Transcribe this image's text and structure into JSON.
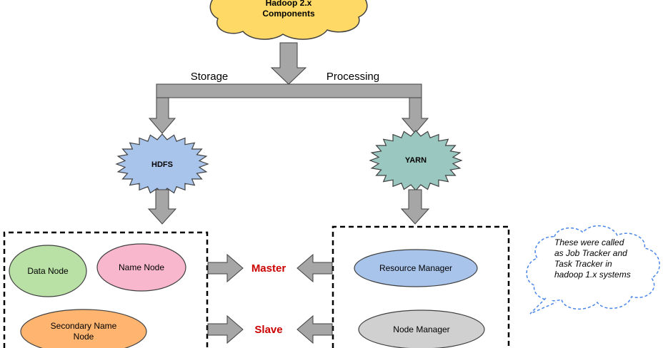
{
  "root": {
    "line1": "Hadoop 2.x",
    "line2": "Components",
    "color": "#FFD966"
  },
  "branches": {
    "left_label": "Storage",
    "right_label": "Processing"
  },
  "hdfs": {
    "label": "HDFS",
    "color": "#A9C4EB"
  },
  "yarn": {
    "label": "YARN",
    "color": "#9AC7BF"
  },
  "hdfs_group": {
    "data_node": {
      "label": "Data Node",
      "color": "#B9E0A5"
    },
    "name_node": {
      "label": "Name Node",
      "color": "#F8B7CD"
    },
    "secondary_name_node": {
      "line1": "Secondary Name",
      "line2": "Node",
      "color": "#FFB570"
    }
  },
  "yarn_group": {
    "resource_manager": {
      "label": "Resource Manager",
      "color": "#A9C4EB"
    },
    "node_manager": {
      "label": "Node Manager",
      "color": "#D0D0D0"
    }
  },
  "roles": {
    "master": "Master",
    "slave": "Slave",
    "color": "#CC0000"
  },
  "callout": {
    "line1": "These were called",
    "line2": "as Job Tracker and",
    "line3": "Task Tracker in",
    "line4": "hadoop 1.x systems",
    "border_color": "#4A86E8"
  },
  "arrow_color": "#A6A6A6"
}
